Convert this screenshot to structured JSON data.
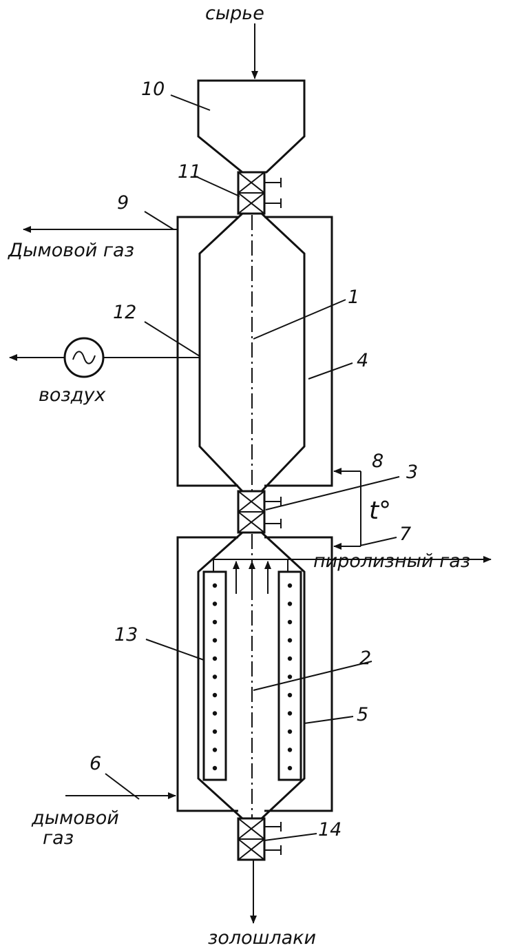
{
  "labels": {
    "feed": "сырье",
    "flue_gas_out": "Дымовой газ",
    "air": "воздух",
    "pyrolysis_gas": "пиролизный газ",
    "flue_gas_in_line1": "дымовой",
    "flue_gas_in_line2": "газ",
    "ash": "золошлаки",
    "temperature": "t°"
  },
  "numbers": {
    "n1": "1",
    "n2": "2",
    "n3": "3",
    "n4": "4",
    "n5": "5",
    "n6": "6",
    "n7": "7",
    "n8": "8",
    "n9": "9",
    "n10": "10",
    "n11": "11",
    "n12": "12",
    "n13": "13",
    "n14": "14"
  },
  "colors": {
    "ink": "#111111",
    "paper": "#ffffff"
  }
}
